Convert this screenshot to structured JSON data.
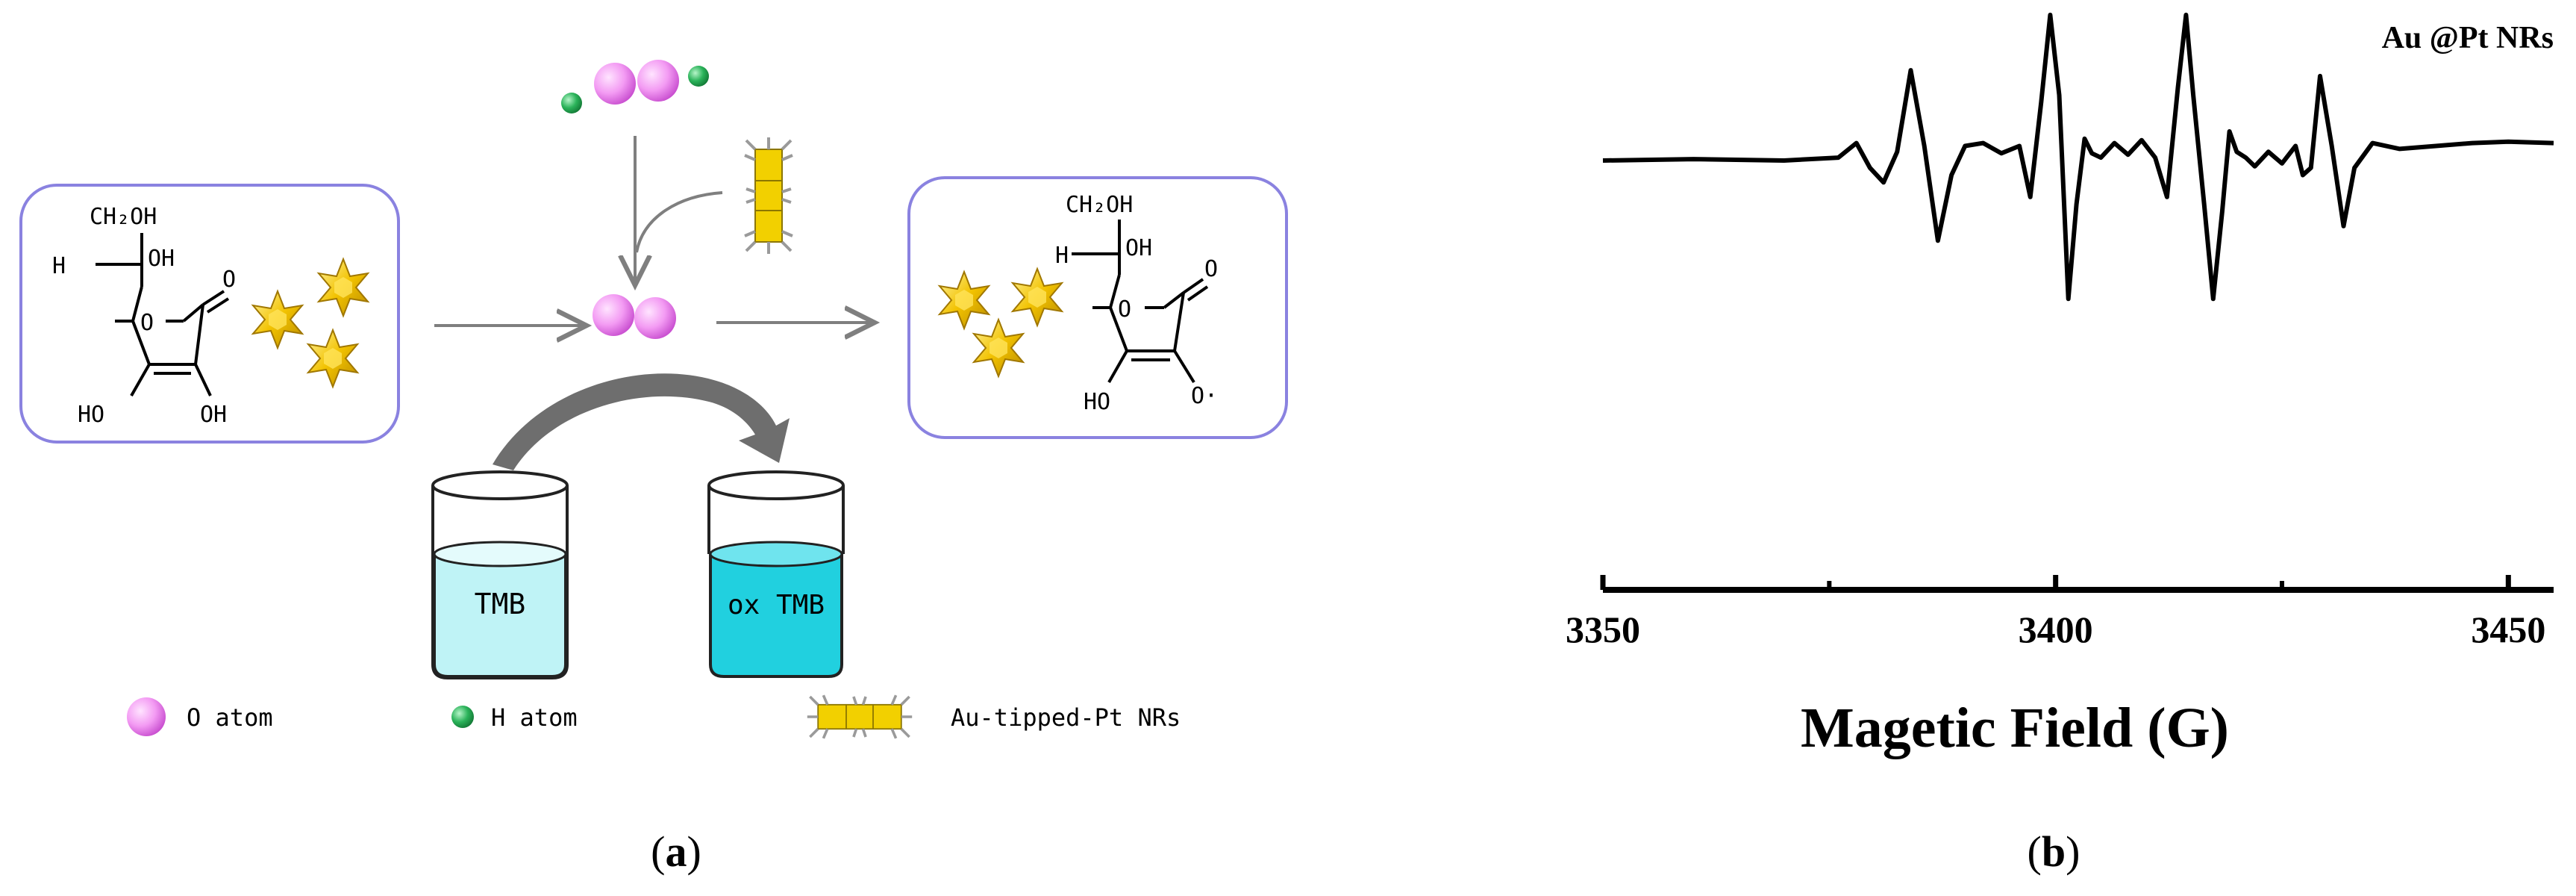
{
  "panel_a": {
    "label_paren_open": "(",
    "label_letter": "a",
    "label_paren_close": ")",
    "reactant": {
      "ch2oh": "CH₂OH",
      "h": "H",
      "oh_side": "OH",
      "ring_o": "O",
      "carbonyl_o": "O",
      "ho_left": "HO",
      "oh_right": "OH"
    },
    "product": {
      "ch2oh": "CH₂OH",
      "h": "H",
      "oh_side": "OH",
      "ring_o": "O",
      "carbonyl_o": "O",
      "ho_left": "HO",
      "o_radical": "O·"
    },
    "beaker_left": "TMB",
    "beaker_right": "ox TMB",
    "legend": {
      "o_atom": "O atom",
      "h_atom": "H atom",
      "nrs": "Au-tipped-Pt NRs"
    },
    "colors": {
      "box_border": "#8a82e0",
      "o_atom": "#f0a8f0",
      "h_atom": "#2bb35a",
      "star": "#f2c200",
      "nr_yellow": "#f2d000",
      "liquid_left": "#bff3f6",
      "liquid_right": "#21d0df",
      "arrow": "#7f7f7f"
    }
  },
  "panel_b": {
    "label_paren_open": "(",
    "label_letter": "b",
    "label_paren_close": ")",
    "chart_data": {
      "type": "line",
      "title": "",
      "annotation": "Au @Pt NRs",
      "xlabel": "Magetic Field (G)",
      "ylabel": "",
      "xlim": [
        3350,
        3455
      ],
      "ylim": [
        -1,
        1
      ],
      "grid": false,
      "y_axis_shown": false,
      "xticks": [
        3350,
        3400,
        3450
      ],
      "minor_xticks": [
        3375,
        3425
      ],
      "series": [
        {
          "x": [
            3350,
            3360,
            3370,
            3376,
            3378,
            3379.5,
            3381,
            3382.5,
            3384,
            3385.5,
            3387,
            3388.5,
            3390,
            3392,
            3394,
            3396,
            3397.2,
            3398.4,
            3399.4,
            3400.4,
            3401.4,
            3402.3,
            3403.2,
            3404,
            3405,
            3406.5,
            3408,
            3409.5,
            3411,
            3412.3,
            3413.5,
            3414.4,
            3415.2,
            3416.4,
            3417.4,
            3418.4,
            3419.2,
            3420,
            3421,
            3422,
            3423.5,
            3425,
            3426.5,
            3427.3,
            3428.2,
            3429.2,
            3430.5,
            3431.8,
            3433,
            3435,
            3438,
            3442,
            3446,
            3450,
            3455
          ],
          "y": [
            0.0,
            0.01,
            0.0,
            0.02,
            0.12,
            -0.05,
            -0.15,
            0.06,
            0.62,
            0.1,
            -0.55,
            -0.1,
            0.1,
            0.12,
            0.05,
            0.1,
            -0.25,
            0.4,
            1.0,
            0.45,
            -0.95,
            -0.3,
            0.15,
            0.05,
            0.02,
            0.12,
            0.04,
            0.14,
            0.02,
            -0.25,
            0.5,
            1.0,
            0.45,
            -0.3,
            -0.95,
            -0.35,
            0.2,
            0.06,
            0.02,
            -0.04,
            0.06,
            -0.02,
            0.1,
            -0.1,
            -0.05,
            0.58,
            0.1,
            -0.45,
            -0.05,
            0.12,
            0.08,
            0.1,
            0.12,
            0.13,
            0.12
          ]
        }
      ]
    }
  }
}
